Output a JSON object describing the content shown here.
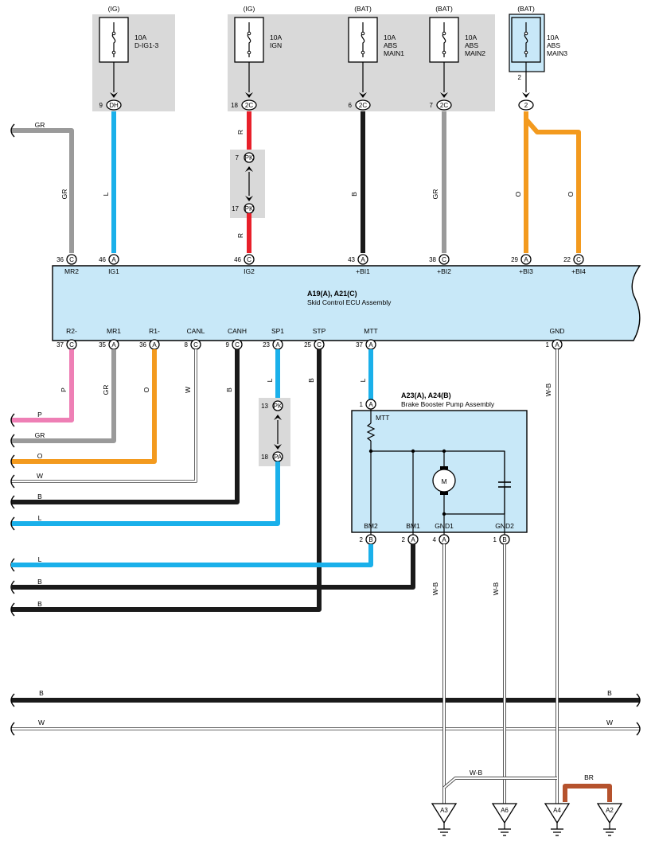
{
  "colors": {
    "ecu_fill": "#c8e8f8",
    "fuse_box_fill": "#d9d9d9",
    "wire_L": "#1ab0ea",
    "wire_R": "#e8202a",
    "wire_B": "#1a1a1a",
    "wire_GR": "#9a9a9a",
    "wire_O": "#f39a1e",
    "wire_P": "#ee7fb5",
    "wire_W": "#ffffff",
    "wire_BR": "#b5522d"
  },
  "fuses": [
    {
      "supply": "(IG)",
      "rating": "10A",
      "name": "D-IG1-3",
      "connector": "DH",
      "pin": "9"
    },
    {
      "supply": "(IG)",
      "rating": "10A",
      "name": "IGN",
      "connector": "2C",
      "pin": "18"
    },
    {
      "supply": "(BAT)",
      "rating": "10A",
      "name1": "ABS",
      "name2": "MAIN1",
      "connector": "2C",
      "pin": "6"
    },
    {
      "supply": "(BAT)",
      "rating": "10A",
      "name1": "ABS",
      "name2": "MAIN2",
      "connector": "2C",
      "pin": "7"
    },
    {
      "supply": "(BAT)",
      "rating": "10A",
      "name1": "ABS",
      "name2": "MAIN3",
      "connector": "2",
      "pin": "2"
    }
  ],
  "ecu": {
    "title": "A19(A), A21(C)",
    "subtitle": "Skid Control ECU Assembly",
    "top_pins": [
      {
        "num": "36",
        "conn": "C",
        "name": "MR2"
      },
      {
        "num": "46",
        "conn": "A",
        "name": "IG1"
      },
      {
        "num": "46",
        "conn": "C",
        "name": "IG2"
      },
      {
        "num": "43",
        "conn": "A",
        "name": "+BI1"
      },
      {
        "num": "38",
        "conn": "C",
        "name": "+BI2"
      },
      {
        "num": "29",
        "conn": "A",
        "name": "+BI3"
      },
      {
        "num": "22",
        "conn": "C",
        "name": "+BI4"
      }
    ],
    "bottom_pins": [
      {
        "num": "37",
        "conn": "C",
        "name": "R2-"
      },
      {
        "num": "35",
        "conn": "A",
        "name": "MR1"
      },
      {
        "num": "36",
        "conn": "A",
        "name": "R1-"
      },
      {
        "num": "8",
        "conn": "C",
        "name": "CANL"
      },
      {
        "num": "9",
        "conn": "C",
        "name": "CANH"
      },
      {
        "num": "23",
        "conn": "A",
        "name": "SP1"
      },
      {
        "num": "25",
        "conn": "C",
        "name": "STP"
      },
      {
        "num": "37",
        "conn": "A",
        "name": "MTT"
      },
      {
        "num": "1",
        "conn": "A",
        "name": "GND"
      }
    ]
  },
  "junctions": [
    {
      "top_pin": "7",
      "top_conn": "PK",
      "bottom_pin": "17",
      "bottom_conn": "PK"
    },
    {
      "top_pin": "13",
      "top_conn": "PK",
      "bottom_pin": "18",
      "bottom_conn": "PA"
    }
  ],
  "pump": {
    "title": "A23(A), A24(B)",
    "subtitle": "Brake Booster Pump Assembly",
    "mtt_label": "MTT",
    "motor_label": "M",
    "top_pin": {
      "num": "1",
      "conn": "A"
    },
    "pins": [
      {
        "num": "2",
        "conn": "B",
        "name": "BM2"
      },
      {
        "num": "2",
        "conn": "A",
        "name": "BM1"
      },
      {
        "num": "4",
        "conn": "A",
        "name": "GND1"
      },
      {
        "num": "1",
        "conn": "B",
        "name": "GND2"
      }
    ]
  },
  "wire_labels": {
    "gr_top": "GR",
    "gr_vert": "GR",
    "l_ig1": "L",
    "r_top": "R",
    "r_bottom": "R",
    "b_bi1": "B",
    "gr_bi2": "GR",
    "o_bi3": "O",
    "o_bi4": "O",
    "p": "P",
    "gr": "GR",
    "o": "O",
    "w": "W",
    "b_canh": "B",
    "l_sp1": "L",
    "b_stp": "B",
    "l_mtt": "L",
    "w_b_gnd": "W-B",
    "left_p": "P",
    "left_gr": "GR",
    "left_o": "O",
    "left_w": "W",
    "left_b": "B",
    "left_l": "L",
    "left_l2": "L",
    "left_b2": "B",
    "left_b3": "B",
    "w_b_gnd1": "W-B",
    "w_b_gnd2": "W-B",
    "bus_b_left": "B",
    "bus_b_right": "B",
    "bus_w_left": "W",
    "bus_w_right": "W",
    "w_b_link": "W-B",
    "br": "BR"
  },
  "grounds": [
    "A3",
    "A6",
    "A4",
    "A2"
  ]
}
